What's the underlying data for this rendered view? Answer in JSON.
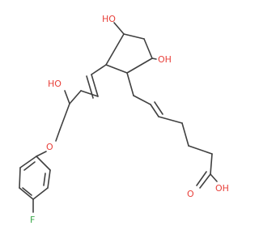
{
  "structure": {
    "atom_labels": {
      "ho_top": "HO",
      "oh_ring_right": "OH",
      "ho_chain": "HO",
      "ether_o": "O",
      "fluorine": "F",
      "acid_carbonyl_o": "O",
      "acid_oh": "OH"
    },
    "colors": {
      "bond": "#404040",
      "oxygen": "#e8403a",
      "fluorine": "#3aa84a",
      "background": "#ffffff"
    }
  }
}
